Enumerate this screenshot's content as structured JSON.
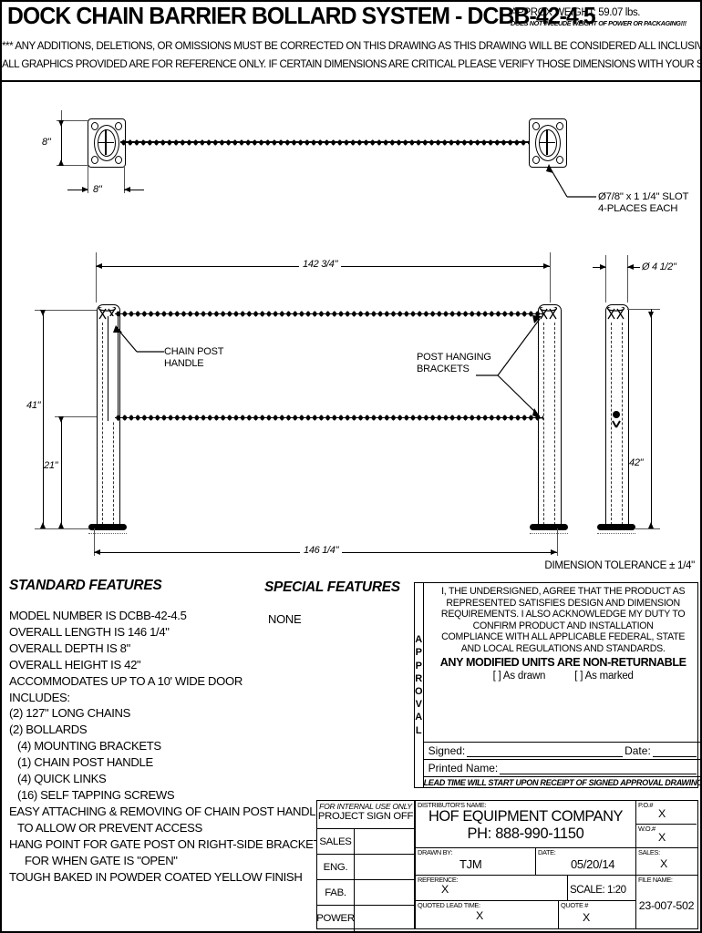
{
  "header": {
    "title": "DOCK CHAIN BARRIER BOLLARD SYSTEM - DCBB-42-4.5",
    "weight_label": "APPROX WEIGHT: 59.07 lbs.",
    "weight_note": "DOES NOT INCLUDE WEIGHT OF POWER OR PACKAGING!!!",
    "note_line1": "*** ANY ADDITIONS, DELETIONS, OR OMISSIONS MUST BE CORRECTED ON THIS DRAWING AS THIS DRAWING WILL BE CONSIDERED ALL INCLUSIVE ***",
    "note_line2": "ALL GRAPHICS PROVIDED ARE FOR REFERENCE ONLY. IF CERTAIN DIMENSIONS ARE CRITICAL PLEASE VERIFY THOSE DIMENSIONS WITH YOUR SALESPERSON"
  },
  "drawing": {
    "top_view": {
      "dim_depth": "8\"",
      "dim_width": "8\"",
      "slot_note_line1": "Ø7/8\" x 1 1/4\" SLOT",
      "slot_note_line2": "4-PLACES EACH"
    },
    "front_view": {
      "dim_chain_span": "142 3/4\"",
      "dim_overall_length": "146 1/4\"",
      "dim_top_chain_height": "41\"",
      "dim_bottom_chain_height": "21\"",
      "label_chain_post_handle_l1": "CHAIN POST",
      "label_chain_post_handle_l2": "HANDLE",
      "label_post_hanging_l1": "POST HANGING",
      "label_post_hanging_l2": "BRACKETS"
    },
    "side_view": {
      "dim_diameter": "Ø 4 1/2\"",
      "dim_height": "42\""
    },
    "tolerance_note": "DIMENSION TOLERANCE ± 1/4\""
  },
  "standard_features": {
    "heading": "STANDARD FEATURES",
    "items": [
      "MODEL NUMBER IS DCBB-42-4.5",
      "OVERALL LENGTH IS 146 1/4\"",
      "OVERALL DEPTH IS 8\"",
      "OVERALL HEIGHT IS 42\"",
      "ACCOMMODATES UP TO A 10' WIDE DOOR",
      "INCLUDES:",
      "(2) 127\" LONG CHAINS",
      "(2)  BOLLARDS",
      "(4) MOUNTING BRACKETS",
      "(1) CHAIN POST HANDLE",
      "(4) QUICK LINKS",
      "(16) SELF TAPPING SCREWS",
      "EASY ATTACHING & REMOVING OF CHAIN POST HANDLE",
      "TO ALLOW OR PREVENT ACCESS",
      "HANG POINT FOR GATE POST ON RIGHT-SIDE BRACKETS",
      "FOR WHEN GATE IS \"OPEN\"",
      "TOUGH BAKED IN POWDER COATED YELLOW FINISH"
    ]
  },
  "special_features": {
    "heading": "SPECIAL FEATURES",
    "value": "NONE"
  },
  "approval": {
    "side_label": "APPROVAL",
    "body_line1": "I, THE UNDERSIGNED, AGREE THAT THE PRODUCT AS",
    "body_line2": "REPRESENTED SATISFIES DESIGN AND DIMENSION",
    "body_line3": "REQUIREMENTS.  I ALSO ACKNOWLEDGE MY DUTY TO",
    "body_line4": "CONFIRM PRODUCT AND INSTALLATION",
    "body_line5": "COMPLIANCE WITH ALL APPLICABLE FEDERAL, STATE",
    "body_line6": "AND LOCAL REGULATIONS AND STANDARDS.",
    "non_returnable": "ANY MODIFIED UNITS ARE NON-RETURNABLE",
    "check_as_drawn": "[   ] As drawn",
    "check_as_marked": "[   ] As marked",
    "signed_label": "Signed:",
    "date_label": "Date:",
    "printed_name_label": "Printed Name:",
    "lead_time_note": "LEAD TIME WILL START UPON RECEIPT OF SIGNED APPROVAL DRAWING"
  },
  "internal_use": {
    "header_line1": "FOR INTERNAL USE ONLY",
    "header_line2": "PROJECT SIGN OFF",
    "rows": [
      {
        "label": "SALES",
        "value": ""
      },
      {
        "label": "ENG.",
        "value": ""
      },
      {
        "label": "FAB.",
        "value": ""
      },
      {
        "label": "POWER",
        "value": ""
      }
    ]
  },
  "title_block": {
    "distributor_label": "DISTRIBUTOR'S NAME:",
    "company_name": "HOF EQUIPMENT COMPANY",
    "company_phone": "PH: 888-990-1150",
    "po_label": "P.O.#",
    "po_value": "X",
    "wo_label": "W.O.#",
    "wo_value": "X",
    "drawn_by_label": "DRAWN BY:",
    "drawn_by_value": "TJM",
    "date_label": "DATE:",
    "date_value": "05/20/14",
    "sales_label": "SALES:",
    "sales_value": "X",
    "reference_label": "REFERENCE:",
    "reference_value": "X",
    "scale_text": "SCALE: 1:20",
    "file_name_label": "FILE NAME:",
    "file_name_value": "23-007-502",
    "quoted_lead_label": "QUOTED LEAD TIME:",
    "quoted_lead_value": "X",
    "quote_label": "QUOTE #",
    "quote_value": "X"
  }
}
